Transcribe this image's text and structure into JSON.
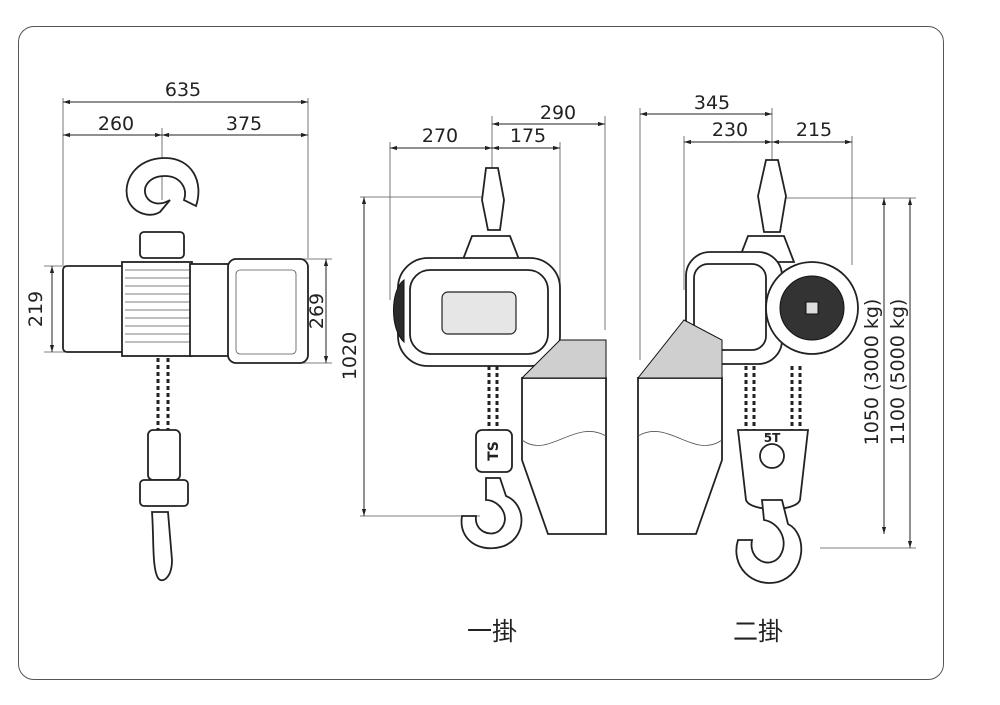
{
  "dimensions": {
    "side": {
      "overall_width": "635",
      "left_part": "260",
      "right_part": "375",
      "left_height": "219",
      "right_height": "269"
    },
    "single_fall": {
      "overall_height": "1020",
      "left_width": "270",
      "right_overall": "290",
      "right_inner": "175"
    },
    "double_fall": {
      "overall_width": "345",
      "left_width": "230",
      "right_width": "215",
      "height_3000": "1050 (3000 kg)",
      "height_5000": "1100 (5000 kg)"
    }
  },
  "captions": {
    "single_fall": "一掛",
    "double_fall": "二掛"
  },
  "markings": {
    "hook_block_single": "TS",
    "hook_block_double": "5T"
  }
}
